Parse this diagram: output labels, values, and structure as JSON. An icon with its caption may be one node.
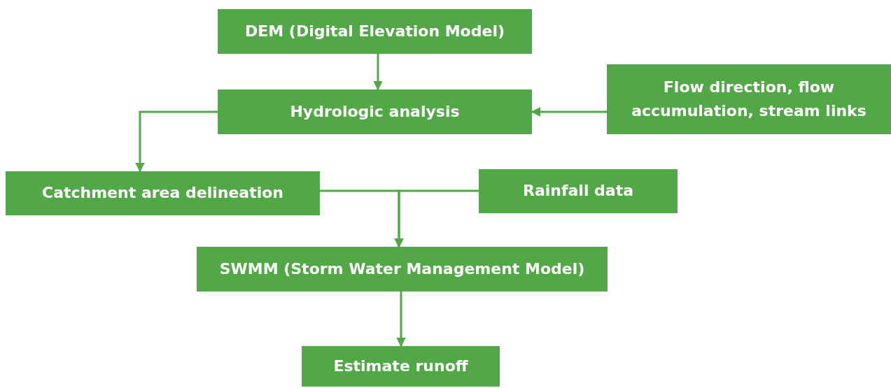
{
  "diagram": {
    "nodes": [
      {
        "text": [
          "DEM (Digital Elevation Model)"
        ]
      },
      {
        "text": [
          "Hydrologic analysis"
        ]
      },
      {
        "text": [
          "Flow direction, flow accumulation, stream links"
        ]
      },
      {
        "text": [
          "Catchment area delineation"
        ]
      },
      {
        "text": [
          "Rainfall data"
        ]
      },
      {
        "text": [
          "SWMM (Storm Water Management Model)"
        ]
      },
      {
        "text": [
          "Estimate runoff"
        ]
      }
    ],
    "edges": [
      {
        "from": 0,
        "to": 1,
        "arrow": "to"
      },
      {
        "from": 2,
        "to": 1,
        "arrow": "to"
      },
      {
        "from": 1,
        "to": 3,
        "arrow": "to"
      },
      {
        "from": 3,
        "to": 5,
        "arrow": "to"
      },
      {
        "from": 4,
        "to": 5,
        "arrow": "to"
      },
      {
        "from": 5,
        "to": 6,
        "arrow": "to"
      }
    ]
  }
}
